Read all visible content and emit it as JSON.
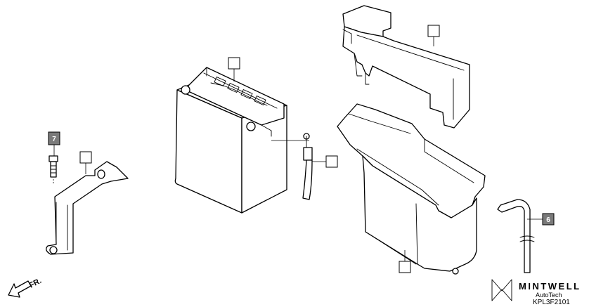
{
  "callouts": [
    {
      "name": "callout-cover",
      "number": ""
    },
    {
      "name": "callout-battery",
      "number": ""
    },
    {
      "name": "callout-vent-tube",
      "number": ""
    },
    {
      "name": "callout-bracket",
      "number": ""
    },
    {
      "name": "callout-bolt",
      "number": "7"
    },
    {
      "name": "callout-battery-case",
      "number": ""
    },
    {
      "name": "callout-breather-hose",
      "number": "6"
    }
  ],
  "direction_label": "FR.",
  "brand": {
    "name": "MINTWELL",
    "subtitle": "AutoTech",
    "code": "KPL3F2101"
  }
}
